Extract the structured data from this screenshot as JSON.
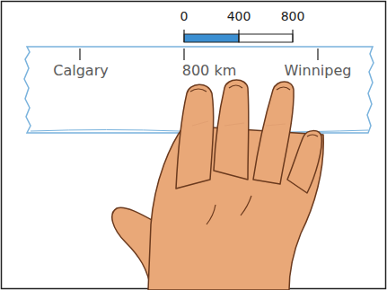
{
  "diagram": {
    "nodes": [
      {
        "text": [
          "Calgary",
          "800 km",
          "Winnipeg"
        ]
      }
    ],
    "labels": [
      "0",
      "400",
      "800"
    ]
  }
}
